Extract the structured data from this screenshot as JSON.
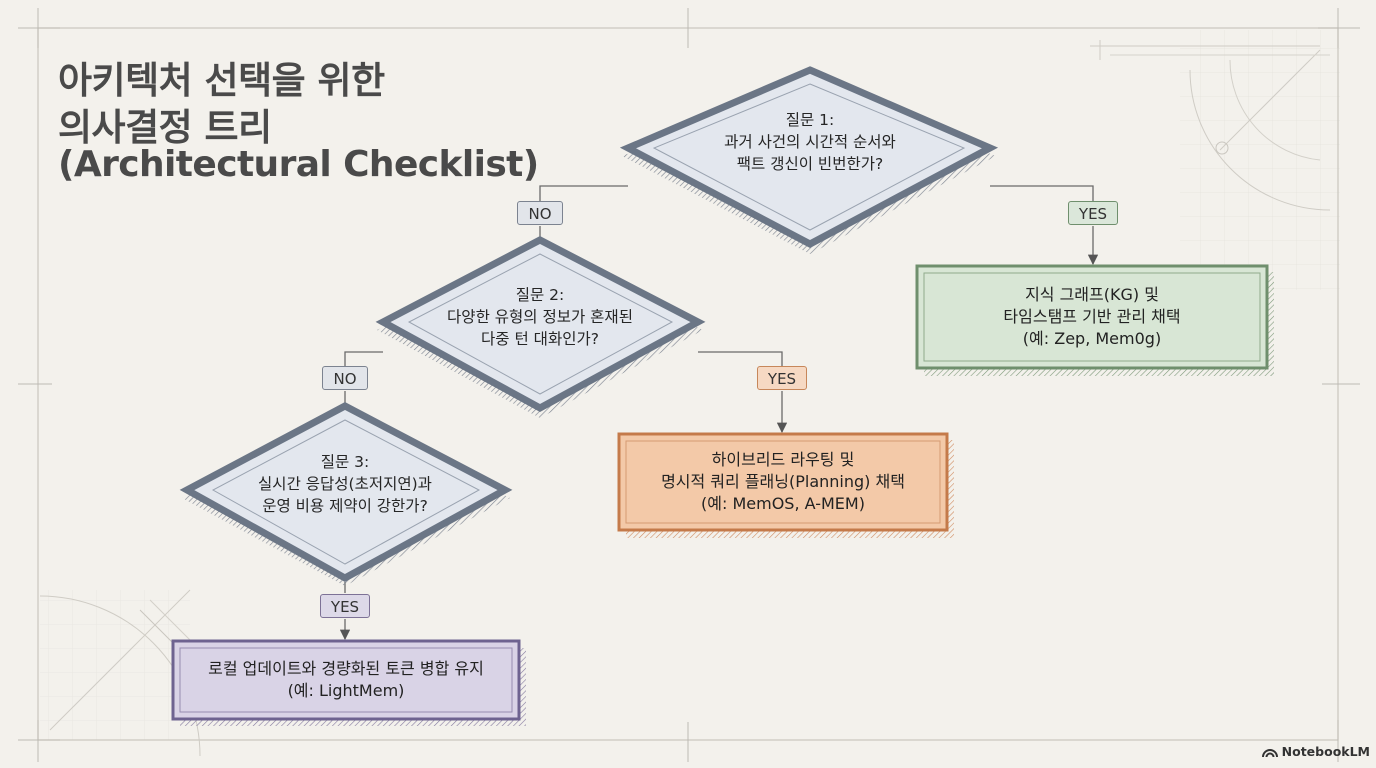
{
  "title": {
    "line1": "아키텍처 선택을 위한",
    "line2": "의사결정 트리",
    "line3": "(Architectural Checklist)"
  },
  "questions": [
    {
      "label": "질문 1:",
      "line1": "과거 사건의 시간적 순서와",
      "line2": "팩트 갱신이 빈번한가?"
    },
    {
      "label": "질문 2:",
      "line1": "다양한 유형의 정보가 혼재된",
      "line2": "다중 턴 대화인가?"
    },
    {
      "label": "질문 3:",
      "line1": "실시간 응답성(초저지연)과",
      "line2": "운영 비용 제약이 강한가?"
    }
  ],
  "branches": {
    "q1_no": "NO",
    "q1_yes": "YES",
    "q2_no": "NO",
    "q2_yes": "YES",
    "q3_yes": "YES"
  },
  "results": {
    "kg": {
      "line1": "지식 그래프(KG) 및",
      "line2": "타임스탬프 기반 관리 채택",
      "line3": "(예: Zep, Mem0g)"
    },
    "hybrid": {
      "line1": "하이브리드 라우팅 및",
      "line2": "명시적 쿼리 플래닝(Planning) 채택",
      "line3": "(예: MemOS, A-MEM)"
    },
    "local": {
      "line1": "로컬 업데이트와 경량화된 토큰 병합 유지",
      "line2": "(예: LightMem)"
    }
  },
  "brand": {
    "name": "NotebookLM"
  },
  "colors": {
    "background": "#f3f1ec",
    "diamond_fill": "#e3e7ee",
    "diamond_border": "#6b7686",
    "green": "#d8e6d5",
    "orange": "#f3c9a8",
    "purple": "#d9d3e6"
  }
}
